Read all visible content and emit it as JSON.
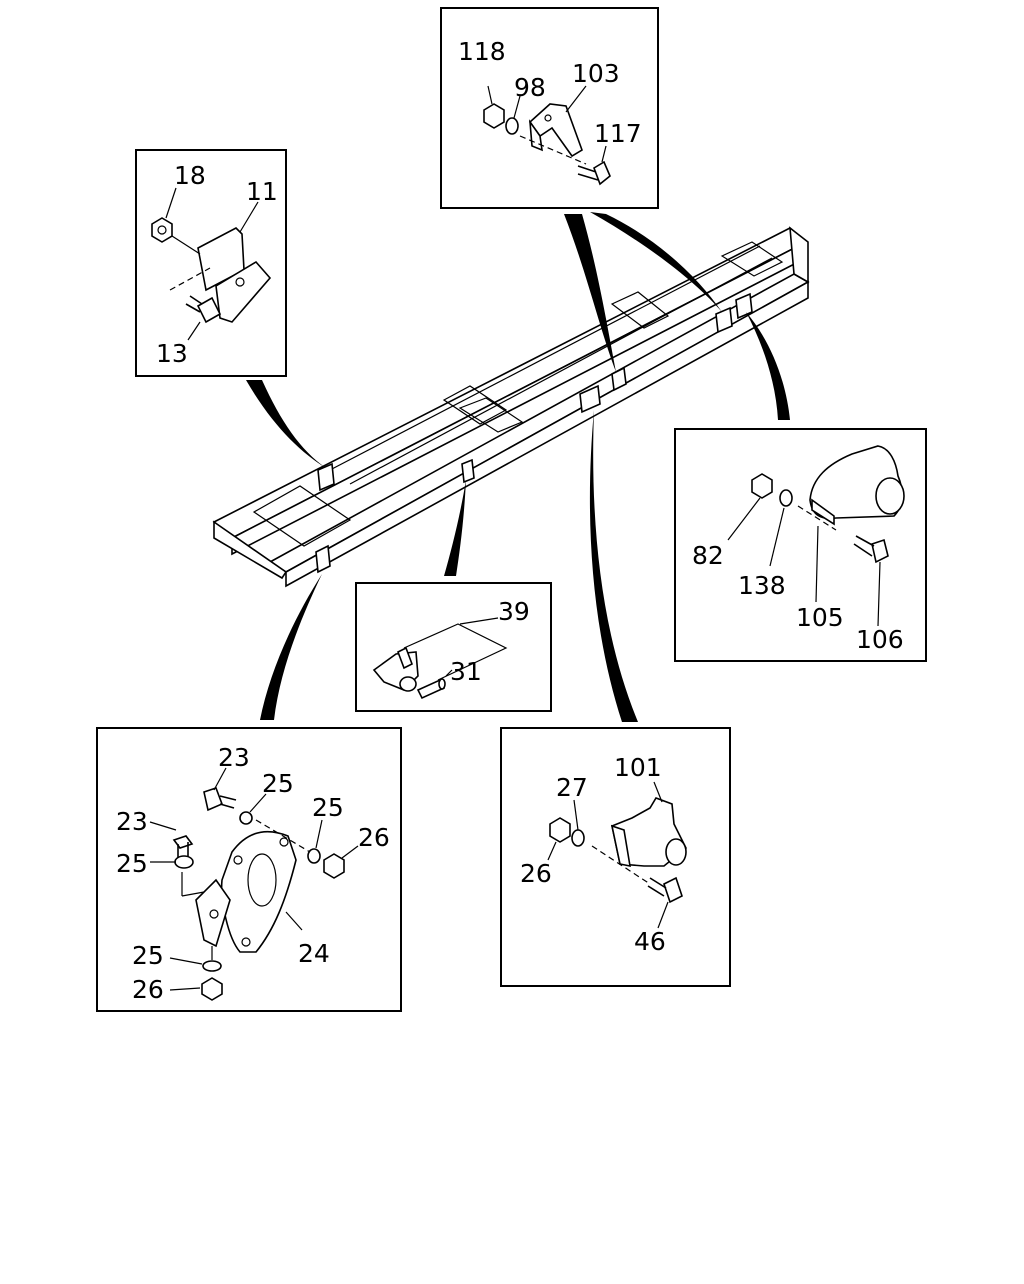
{
  "diagram": {
    "callouts_top_left": [
      "18",
      "11",
      "13"
    ],
    "callouts_top_center": [
      "118",
      "98",
      "103",
      "117"
    ],
    "callouts_right": [
      "82",
      "138",
      "105",
      "106"
    ],
    "callouts_middle": [
      "39",
      "31"
    ],
    "callouts_bottom_left": [
      "23",
      "25",
      "23",
      "25",
      "26",
      "25",
      "24",
      "25",
      "26"
    ],
    "callouts_bottom_right": [
      "101",
      "27",
      "26",
      "46"
    ]
  }
}
